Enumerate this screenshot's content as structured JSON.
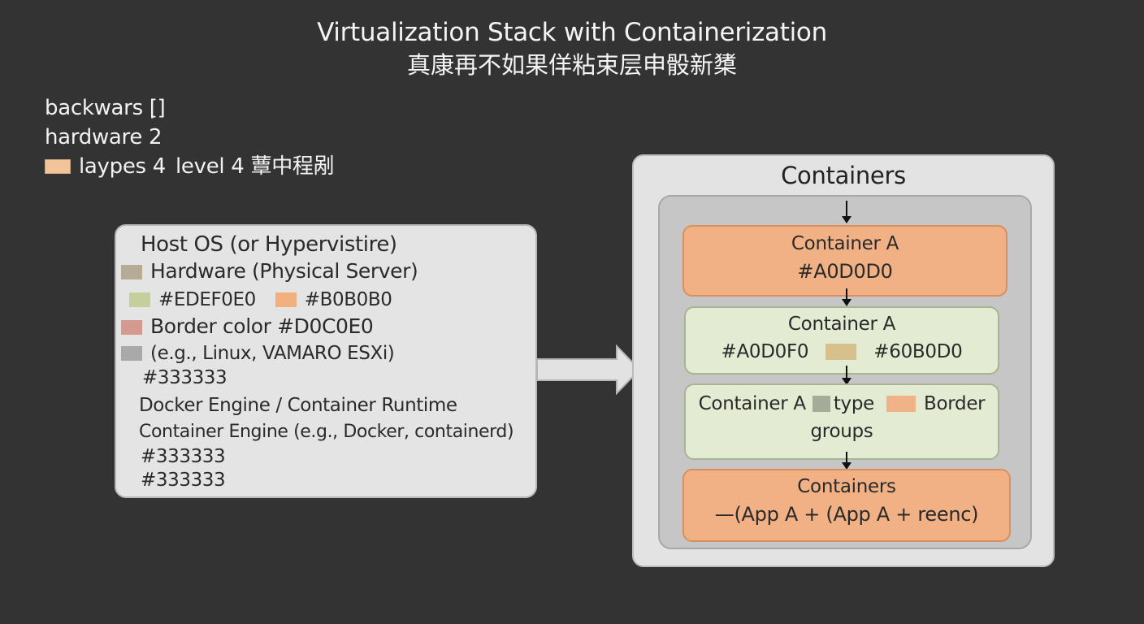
{
  "title": "Virtualization Stack with Containerization",
  "subtitle": "真康再不如果佯粘束层申骰新橥",
  "legend": {
    "line1": "backwars [̣]",
    "line2": "hardware 2",
    "line3_a": "laypes 4",
    "line3_b": "level 4 蕈中程剐",
    "swatch_color": "#f2c49a"
  },
  "host": {
    "title": "Host OS (or Hypervistire)",
    "hardware": "Hardware (Physical Server)",
    "color1": "#EDEF0E0",
    "color2": "#B0B0B0",
    "border": "Border color  #D0C0E0",
    "examples": "(e.g., Linux,  VAMARO ESXi)",
    "hex1": "#333333",
    "engine": "Docker Engine / Container Runtime",
    "engine_desc": "Container Engine (e.g., Docker, containerd)",
    "hex2": "#333333",
    "hex3": "#333333",
    "swatches": {
      "hardware": "#b8ab95",
      "c1": "#c5cf9e",
      "c2": "#f1b07e",
      "border": "#d49a8f",
      "examples": "#a9a9a9"
    }
  },
  "containers": {
    "title": "Containers",
    "box1": {
      "name": "Container A",
      "code": "#A0D0D0"
    },
    "box2": {
      "name": "Container A",
      "code_a": "#A0D0F0",
      "code_b": "#60B0D0",
      "swatch": "#d6c08c"
    },
    "box3": {
      "name": "Container A",
      "type": "type",
      "border": "Border",
      "groups": "groups",
      "swatch_a": "#a4ab98",
      "swatch_b": "#f0b287"
    },
    "box4": {
      "name": "Containers",
      "apps": "—(App A + (App A + reenc)"
    }
  }
}
